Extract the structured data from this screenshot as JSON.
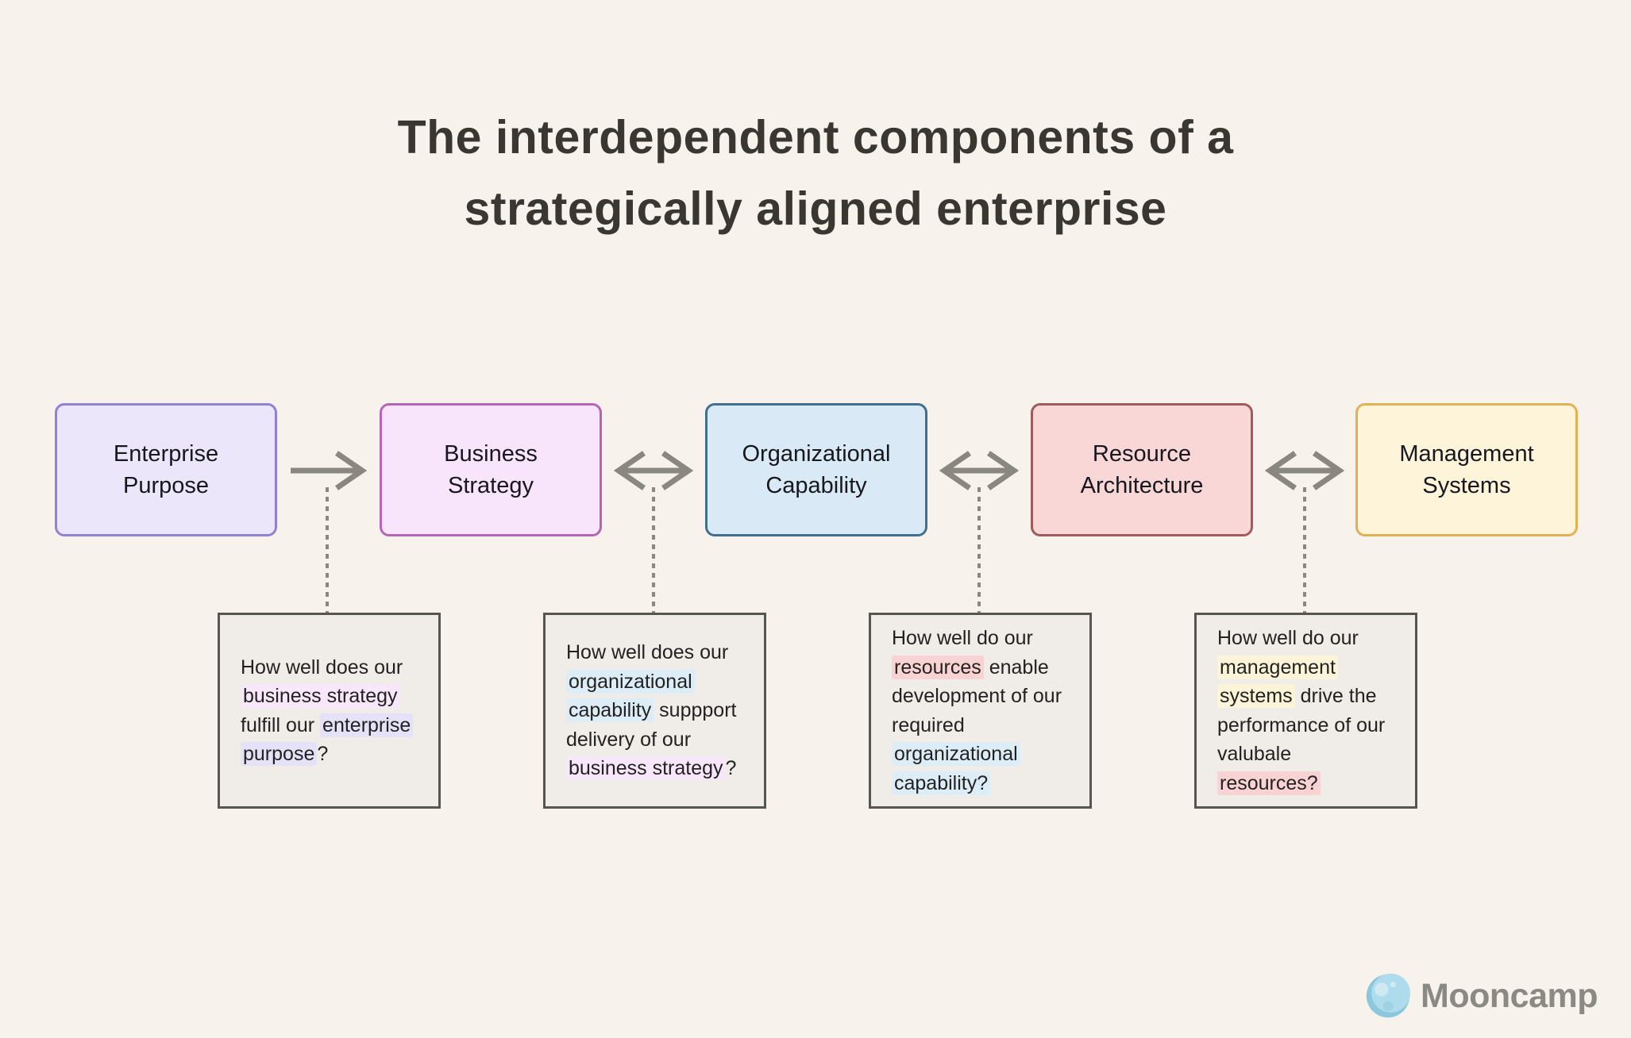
{
  "title": "The interdependent components of a\nstrategically aligned enterprise",
  "colors": {
    "background": "#f7f2eb",
    "arrow": "#8a8780",
    "note_fill": "#f0ece7",
    "note_border": "#57554f",
    "highlight_purple": "#e5e1f9",
    "highlight_pink": "#f8e7fa",
    "highlight_blue": "#ddedf8",
    "highlight_red": "#f9d3d3",
    "highlight_yellow": "#fbf4d8"
  },
  "components": [
    {
      "label": "Enterprise\nPurpose",
      "fill": "#ebe6fa",
      "border": "#9181d2"
    },
    {
      "label": "Business\nStrategy",
      "fill": "#f9e5fb",
      "border": "#b564b8"
    },
    {
      "label": "Organizational\nCapability",
      "fill": "#d9eaf6",
      "border": "#41708f"
    },
    {
      "label": "Resource\nArchitecture",
      "fill": "#f9d7d7",
      "border": "#a05c5c"
    },
    {
      "label": "Management\nSystems",
      "fill": "#fdf4da",
      "border": "#e2b055"
    }
  ],
  "connectors": [
    {
      "type": "single-arrow-right"
    },
    {
      "type": "double-arrow"
    },
    {
      "type": "double-arrow"
    },
    {
      "type": "double-arrow"
    }
  ],
  "notes": [
    {
      "segments": [
        {
          "text": "How well does our "
        },
        {
          "text": "business strategy",
          "highlight": "highlight_pink"
        },
        {
          "text": " fulfill our "
        },
        {
          "text": "enterprise purpose",
          "highlight": "highlight_purple"
        },
        {
          "text": "?"
        }
      ]
    },
    {
      "segments": [
        {
          "text": "How well does our "
        },
        {
          "text": "organizational capability",
          "highlight": "highlight_blue"
        },
        {
          "text": " suppport delivery of our "
        },
        {
          "text": " business strategy",
          "highlight": "highlight_pink"
        },
        {
          "text": "?"
        }
      ]
    },
    {
      "segments": [
        {
          "text": "How well do our "
        },
        {
          "text": "resources",
          "highlight": "highlight_red"
        },
        {
          "text": " enable development of our required "
        },
        {
          "text": "organizational capability?",
          "highlight": "highlight_blue"
        }
      ]
    },
    {
      "segments": [
        {
          "text": "How well do our "
        },
        {
          "text": "management systems",
          "highlight": "highlight_yellow"
        },
        {
          "text": " drive the performance of our valubale "
        },
        {
          "text": "resources?",
          "highlight": "highlight_red"
        }
      ]
    }
  ],
  "logo": {
    "name": "Mooncamp"
  }
}
